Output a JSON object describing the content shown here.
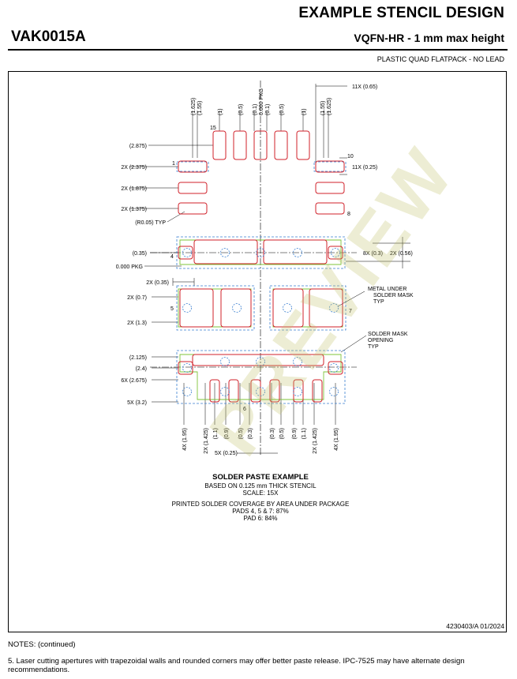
{
  "header": {
    "title": "EXAMPLE STENCIL DESIGN",
    "code": "VAK0015A",
    "package": "VQFN-HR - 1 mm max height",
    "description": "PLASTIC QUAD FLATPACK - NO LEAD"
  },
  "drawing": {
    "top_labels": [
      "(1.625)",
      "(1.55)",
      "(1)",
      "(0.5)",
      "(0.1)",
      "0.000 PKG",
      "(0.1)",
      "(0.5)",
      "(1)",
      "(1.55)",
      "(1.625)"
    ],
    "left_labels": [
      "(2.875)",
      "2X (2.375)",
      "2X (1.875)",
      "2X (1.375)",
      "(R0.05) TYP",
      "(0.35)",
      "0.000 PKG",
      "2X (0.35)",
      "2X (0.7)",
      "2X (1.3)",
      "(2.125)",
      "(2.4)",
      "6X (2.675)",
      "5X (3.2)"
    ],
    "right_labels": [
      "11X (0.65)",
      "11X (0.25)",
      "8X (0.3)",
      "2X (0.56)"
    ],
    "bottom_labels": [
      "4X (1.95)",
      "2X (1.425)",
      "(1.1)",
      "(0.9)",
      "(0.5)",
      "(0.3)",
      "(0.3)",
      "(0.5)",
      "(0.9)",
      "(1.1)",
      "2X (1.425)",
      "4X (1.95)"
    ],
    "bottom_dim": "5X (0.25)",
    "pin_numbers": [
      "15",
      "1",
      "10",
      "8",
      "4",
      "5",
      "7",
      "6"
    ],
    "callouts": {
      "metal": [
        "METAL UNDER",
        "SOLDER MASK",
        "TYP"
      ],
      "mask": [
        "SOLDER MASK",
        "OPENING",
        "TYP"
      ]
    },
    "colors": {
      "paste": "#d0202a",
      "mask": "#3a7fd0",
      "metal": "#7fc43a"
    }
  },
  "footer_text": {
    "title": "SOLDER PASTE EXAMPLE",
    "line1": "BASED ON 0.125 mm THICK STENCIL",
    "line2": "SCALE: 15X",
    "line3": "PRINTED SOLDER COVERAGE BY AREA UNDER PACKAGE",
    "line4": "PADS 4, 5 & 7: 87%",
    "line5": "PAD 6: 84%"
  },
  "doc_id": "4230403/A   01/2024",
  "notes": {
    "heading": "NOTES: (continued)",
    "note5": "5. Laser cutting apertures with trapezoidal walls and rounded corners may offer better paste release. IPC-7525 may have alternate design recommendations."
  },
  "watermark": "PREVIEW"
}
